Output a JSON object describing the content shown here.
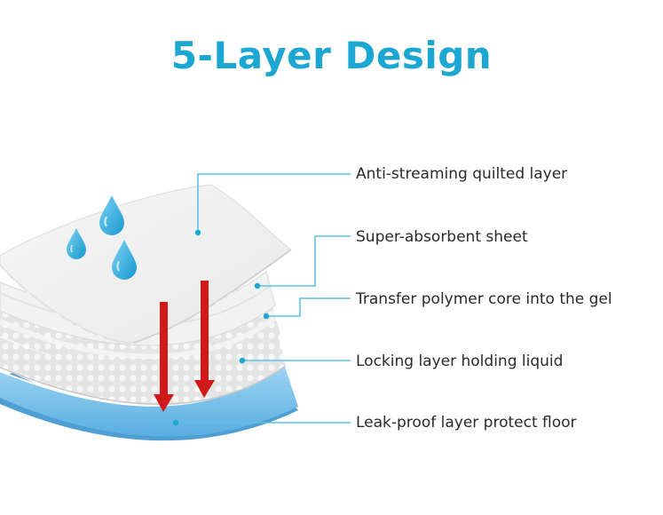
{
  "title": "5-Layer Design",
  "colors": {
    "accent": "#1ba7d2",
    "leader_line": "#5cc4e6",
    "arrow": "#d01a1a",
    "water_drop": "#2aa9dc",
    "bottom_layer": "#7cc3ec"
  },
  "layers": [
    {
      "label": "Anti-streaming quilted layer"
    },
    {
      "label": "Super-absorbent sheet"
    },
    {
      "label": "Transfer polymer core into the gel"
    },
    {
      "label": "Locking layer holding liquid"
    },
    {
      "label": "Leak-proof layer protect floor"
    }
  ],
  "icons": [
    "water-drop-icon",
    "down-arrow-icon"
  ]
}
